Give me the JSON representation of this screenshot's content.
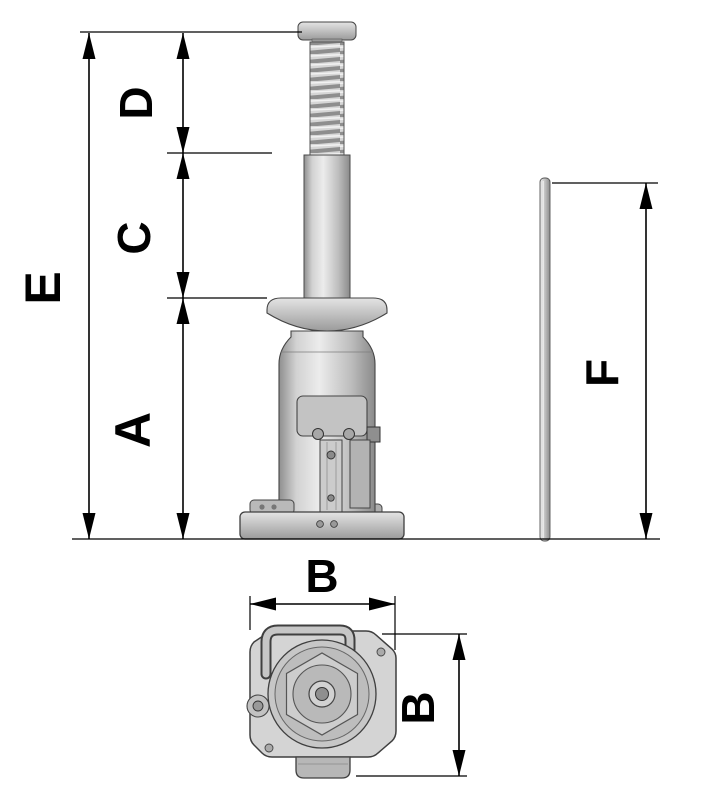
{
  "labels": {
    "E": "E",
    "D": "D",
    "C": "C",
    "A": "A",
    "F": "F",
    "B_width": "B",
    "B_depth": "B"
  },
  "colors": {
    "line": "#000000",
    "background": "#ffffff",
    "metal_light": "#ececec",
    "metal_mid": "#bdbdbd",
    "metal_dark": "#8a8a8a"
  }
}
